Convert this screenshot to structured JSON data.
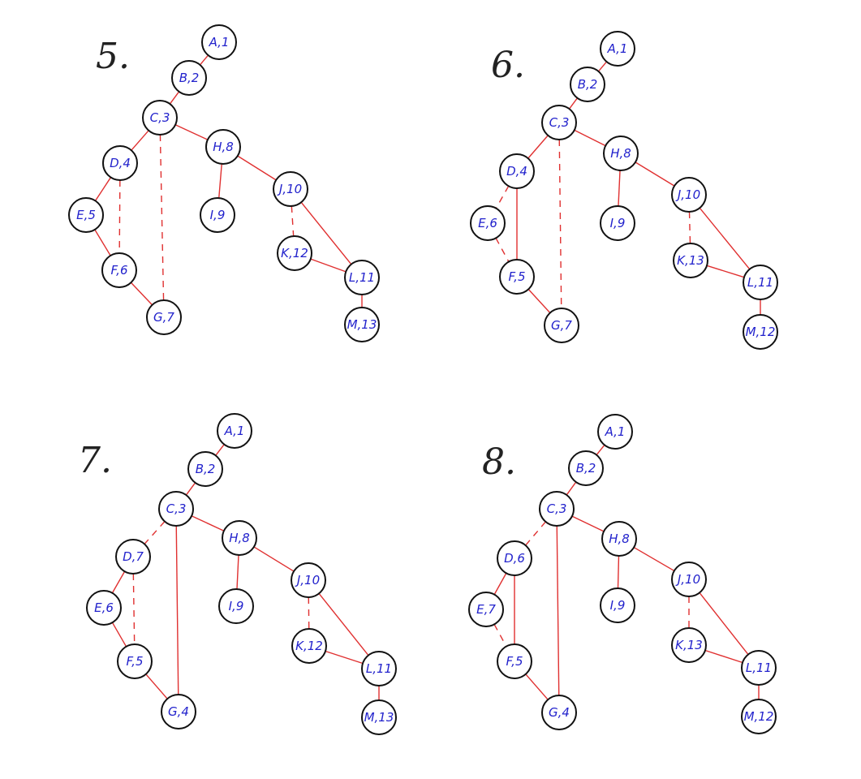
{
  "panels": [
    {
      "number": "5.",
      "nodes": {
        "A": "A,1",
        "B": "B,2",
        "C": "C,3",
        "D": "D,4",
        "E": "E,5",
        "F": "F,6",
        "G": "G,7",
        "H": "H,8",
        "I": "I,9",
        "J": "J,10",
        "K": "K,12",
        "L": "L,11",
        "M": "M,13"
      },
      "solid": [
        "A-B",
        "B-C",
        "C-D",
        "D-E",
        "E-F",
        "F-G",
        "C-H",
        "H-I",
        "H-J",
        "J-L",
        "K-L",
        "L-M"
      ],
      "dashed": [
        "D-F",
        "C-G",
        "J-K"
      ]
    },
    {
      "number": "6.",
      "nodes": {
        "A": "A,1",
        "B": "B,2",
        "C": "C,3",
        "D": "D,4",
        "E": "E,6",
        "F": "F,5",
        "G": "G,7",
        "H": "H,8",
        "I": "I,9",
        "J": "J,10",
        "K": "K,13",
        "L": "L,11",
        "M": "M,12"
      },
      "solid": [
        "A-B",
        "B-C",
        "C-D",
        "D-F",
        "F-G",
        "C-H",
        "H-I",
        "H-J",
        "J-L",
        "K-L",
        "L-M"
      ],
      "dashed": [
        "D-E",
        "E-F",
        "C-G",
        "J-K"
      ]
    },
    {
      "number": "7.",
      "nodes": {
        "A": "A,1",
        "B": "B,2",
        "C": "C,3",
        "D": "D,7",
        "E": "E,6",
        "F": "F,5",
        "G": "G,4",
        "H": "H,8",
        "I": "I,9",
        "J": "J,10",
        "K": "K,12",
        "L": "L,11",
        "M": "M,13"
      },
      "solid": [
        "A-B",
        "B-C",
        "C-G",
        "G-F",
        "E-F",
        "D-E",
        "C-H",
        "H-I",
        "H-J",
        "J-L",
        "K-L",
        "L-M"
      ],
      "dashed": [
        "C-D",
        "D-F",
        "J-K"
      ]
    },
    {
      "number": "8.",
      "nodes": {
        "A": "A,1",
        "B": "B,2",
        "C": "C,3",
        "D": "D,6",
        "E": "E,7",
        "F": "F,5",
        "G": "G,4",
        "H": "H,8",
        "I": "I,9",
        "J": "J,10",
        "K": "K,13",
        "L": "L,11",
        "M": "M,12"
      },
      "solid": [
        "A-B",
        "B-C",
        "C-G",
        "G-F",
        "D-F",
        "D-E",
        "C-H",
        "H-I",
        "H-J",
        "J-L",
        "K-L",
        "L-M"
      ],
      "dashed": [
        "C-D",
        "E-F",
        "J-K"
      ]
    }
  ]
}
